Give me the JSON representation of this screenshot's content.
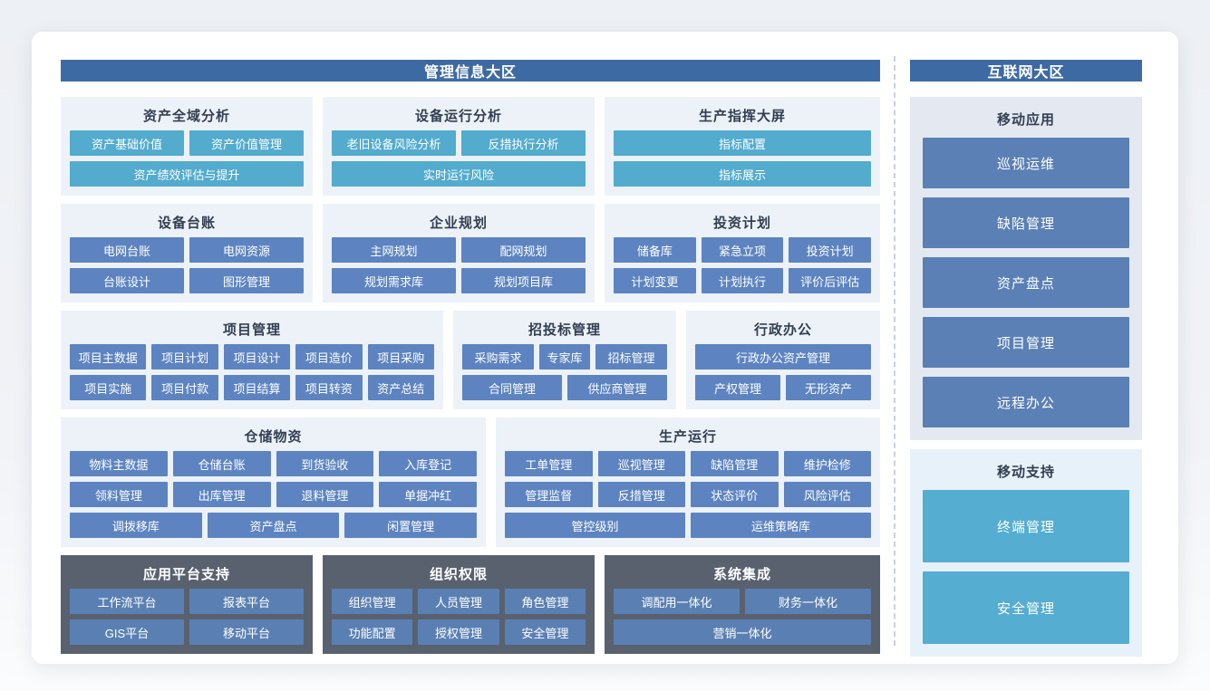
{
  "colors": {
    "zone_header": "#3e6aa3",
    "teal_button": "#53abce",
    "steel_button": "#5d84c1",
    "dark_panel": "#59616f",
    "dark_panel_button": "#5a80b3",
    "light_group_bg": "#ecf2f8",
    "mobile_apps_bg": "#e4e9f1",
    "mobile_support_bg": "#e7f1f9",
    "mobile_app_button": "#5a80b5",
    "mobile_support_button": "#55add2"
  },
  "left": {
    "header": "管理信息大区",
    "groups": {
      "asset_analysis": {
        "title": "资产全域分析",
        "buttons": [
          "资产基础价值",
          "资产价值管理",
          "资产绩效评估与提升"
        ]
      },
      "equipment_analysis": {
        "title": "设备运行分析",
        "buttons": [
          "老旧设备风险分析",
          "反措执行分析",
          "实时运行风险"
        ]
      },
      "production_dashboard": {
        "title": "生产指挥大屏",
        "buttons": [
          "指标配置",
          "指标展示"
        ]
      },
      "equipment_ledger": {
        "title": "设备台账",
        "buttons": [
          "电网台账",
          "电网资源",
          "台账设计",
          "图形管理"
        ]
      },
      "enterprise_planning": {
        "title": "企业规划",
        "buttons": [
          "主网规划",
          "配网规划",
          "规划需求库",
          "规划项目库"
        ]
      },
      "investment_plan": {
        "title": "投资计划",
        "buttons": [
          "储备库",
          "紧急立项",
          "投资计划",
          "计划变更",
          "计划执行",
          "评价后评估"
        ]
      },
      "project_management": {
        "title": "项目管理",
        "buttons": [
          "项目主数据",
          "项目计划",
          "项目设计",
          "项目造价",
          "项目采购",
          "项目实施",
          "项目付款",
          "项目结算",
          "项目转资",
          "资产总结"
        ]
      },
      "bidding_management": {
        "title": "招投标管理",
        "buttons": [
          "采购需求",
          "专家库",
          "招标管理",
          "合同管理",
          "供应商管理"
        ]
      },
      "admin_office": {
        "title": "行政办公",
        "buttons": [
          "行政办公资产管理",
          "产权管理",
          "无形资产"
        ]
      },
      "warehouse_materials": {
        "title": "仓储物资",
        "buttons": [
          "物料主数据",
          "仓储台账",
          "到货验收",
          "入库登记",
          "领料管理",
          "出库管理",
          "退料管理",
          "单据冲红",
          "调拨移库",
          "资产盘点",
          "闲置管理"
        ]
      },
      "production_operation": {
        "title": "生产运行",
        "buttons": [
          "工单管理",
          "巡视管理",
          "缺陷管理",
          "维护检修",
          "管理监督",
          "反措管理",
          "状态评价",
          "风险评估",
          "管控级别",
          "运维策略库"
        ]
      },
      "platform_support": {
        "title": "应用平台支持",
        "buttons": [
          "工作流平台",
          "报表平台",
          "GIS平台",
          "移动平台"
        ]
      },
      "org_permission": {
        "title": "组织权限",
        "buttons": [
          "组织管理",
          "人员管理",
          "角色管理",
          "功能配置",
          "授权管理",
          "安全管理"
        ]
      },
      "system_integration": {
        "title": "系统集成",
        "buttons": [
          "调配用一体化",
          "财务一体化",
          "营销一体化"
        ]
      }
    }
  },
  "right": {
    "header": "互联网大区",
    "mobile_apps": {
      "title": "移动应用",
      "buttons": [
        "巡视运维",
        "缺陷管理",
        "资产盘点",
        "项目管理",
        "远程办公"
      ]
    },
    "mobile_support": {
      "title": "移动支持",
      "buttons": [
        "终端管理",
        "安全管理"
      ]
    }
  }
}
